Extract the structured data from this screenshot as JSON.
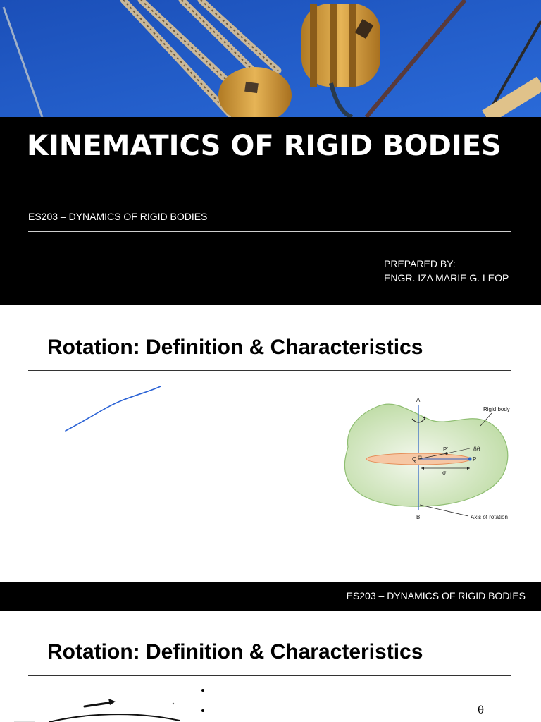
{
  "slide1": {
    "title": "KINEMATICS OF RIGID BODIES",
    "course": "ES203 – DYNAMICS OF RIGID BODIES",
    "prepared_label": "PREPARED BY:",
    "author": "ENGR. IZA MARIE G. LEOP"
  },
  "slide2": {
    "title": "Rotation: Definition & Characteristics",
    "footer": "ES203 – DYNAMICS OF RIGID BODIES",
    "diagram": {
      "label_a": "A",
      "label_b": "B",
      "label_rigid_body": "Rigid body",
      "label_axis": "Axis of rotation",
      "label_p_prime": "P'",
      "label_delta_theta": "δθ",
      "label_q": "Q",
      "label_p": "P",
      "label_sigma": "σ"
    }
  },
  "slide3": {
    "title": "Rotation: Definition & Characteristics",
    "symbol": "θ"
  },
  "colors": {
    "sky": "#1a56c4",
    "pulley": "#d9a63f",
    "rigid_body_fill": "#cfe4b8",
    "ink_blue": "#2b63d6"
  }
}
